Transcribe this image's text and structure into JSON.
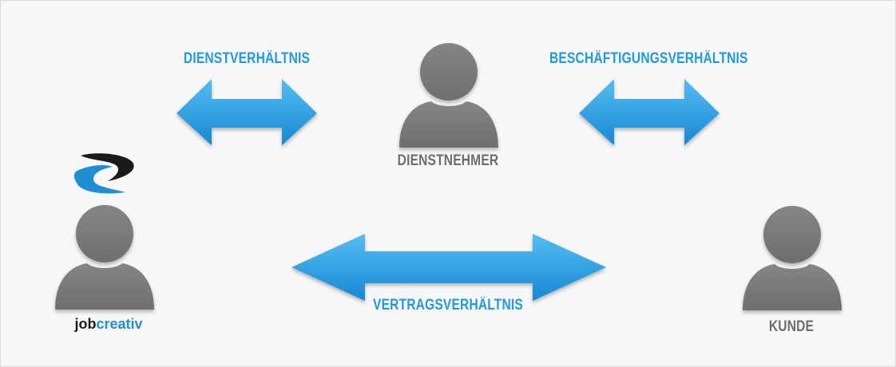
{
  "relations": {
    "dienst": "DIENSTVERHÄLTNIS",
    "beschaeftigung": "BESCHÄFTIGUNGSVERHÄLTNIS",
    "vertrag": "VERTRAGSVERHÄLTNIS"
  },
  "persons": {
    "center": "DIENSTNEHMER",
    "right": "KUNDE"
  },
  "brand": {
    "part1": "job",
    "part2": "creativ"
  },
  "colors": {
    "arrow": "#1f9ae0",
    "person": "#7a7a7a",
    "brand_dark": "#1a1a1a",
    "brand_blue": "#1e8fd2"
  }
}
